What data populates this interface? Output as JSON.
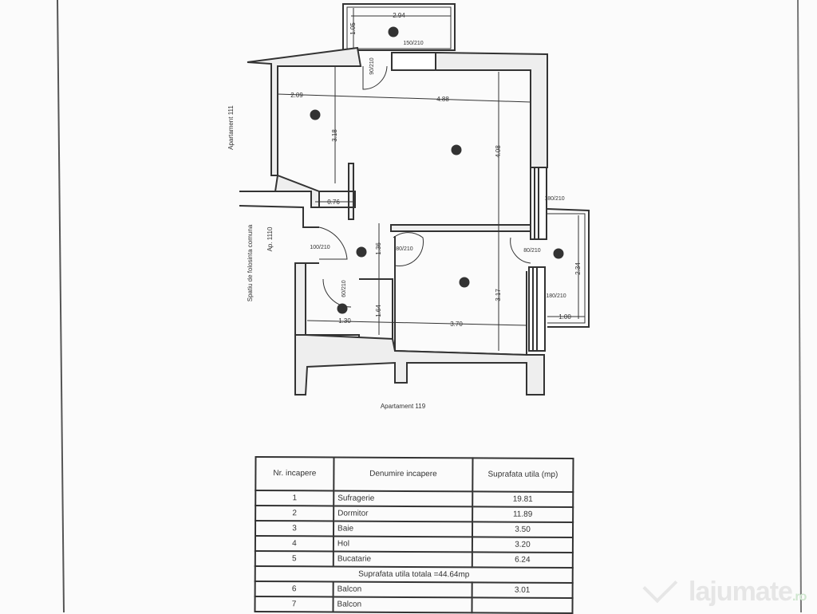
{
  "plan": {
    "left_label": "Apartament 111",
    "stair_label": "Spatiu de folosinta comuna",
    "neighbor_label": "Ap. 1110",
    "bottom_label": "Apartament 119",
    "rooms": [
      "1",
      "2",
      "3",
      "4",
      "5",
      "6",
      "7"
    ],
    "dimensions": {
      "balcony6_width": "2.94",
      "balcony6_depth": "1.05",
      "kitchen_width": "2.09",
      "kitchen_depth": "3.18",
      "living_width": "4.88",
      "living_depth": "4.08",
      "hall_width": "0.76",
      "hall_depth": "1.36",
      "bath_width": "1.30",
      "bath_depth": "1.64",
      "bedroom_width": "3.70",
      "bedroom_depth": "3.17",
      "balcony7_depth": "2.34",
      "balcony7_width": "1.00"
    },
    "doors": {
      "balcony6_window": "150/210",
      "balcony6_door": "90/210",
      "living_window": "180/210",
      "entrance": "100/210",
      "bedroom_door": "80/210",
      "bath_door": "60/210",
      "balcony7_door": "80/210",
      "bedroom_window": "180/210"
    }
  },
  "table": {
    "headers": [
      "Nr. incapere",
      "Denumire incapere",
      "Suprafata utila (mp)"
    ],
    "rows": [
      {
        "nr": "1",
        "name": "Sufragerie",
        "area": "19.81"
      },
      {
        "nr": "2",
        "name": "Dormitor",
        "area": "11.89"
      },
      {
        "nr": "3",
        "name": "Baie",
        "area": "3.50"
      },
      {
        "nr": "4",
        "name": "Hol",
        "area": "3.20"
      },
      {
        "nr": "5",
        "name": "Bucatarie",
        "area": "6.24"
      }
    ],
    "total": "Suprafata utila totala =44.64mp",
    "balconies": [
      {
        "nr": "6",
        "name": "Balcon",
        "area": "3.01"
      },
      {
        "nr": "7",
        "name": "Balcon",
        "area": ""
      }
    ]
  },
  "watermark": {
    "brand": "lajumate",
    "tld": ".ro"
  }
}
